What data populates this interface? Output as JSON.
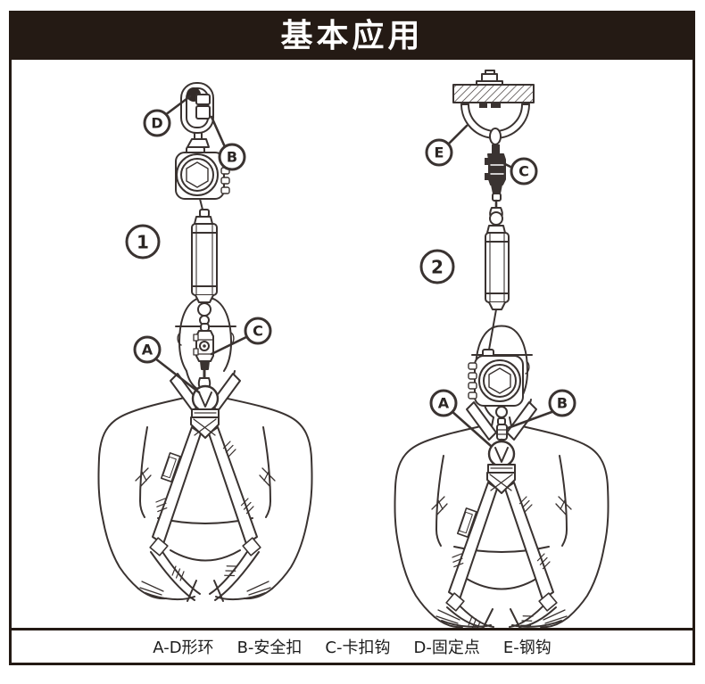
{
  "banner": {
    "title": "基本应用"
  },
  "legend": {
    "items": [
      "A-D形环",
      "B-安全扣",
      "C-卡扣钩",
      "D-固定点",
      "E-钢钩"
    ]
  },
  "figures": [
    {
      "number": "1",
      "callouts": {
        "d": "D",
        "b": "B",
        "c": "C",
        "a": "A"
      }
    },
    {
      "number": "2",
      "callouts": {
        "e": "E",
        "c": "C",
        "a": "A",
        "b": "B"
      }
    }
  ],
  "colors": {
    "banner_bg": "#241a14",
    "line": "#3a3331",
    "text": "#1c1c1c"
  }
}
